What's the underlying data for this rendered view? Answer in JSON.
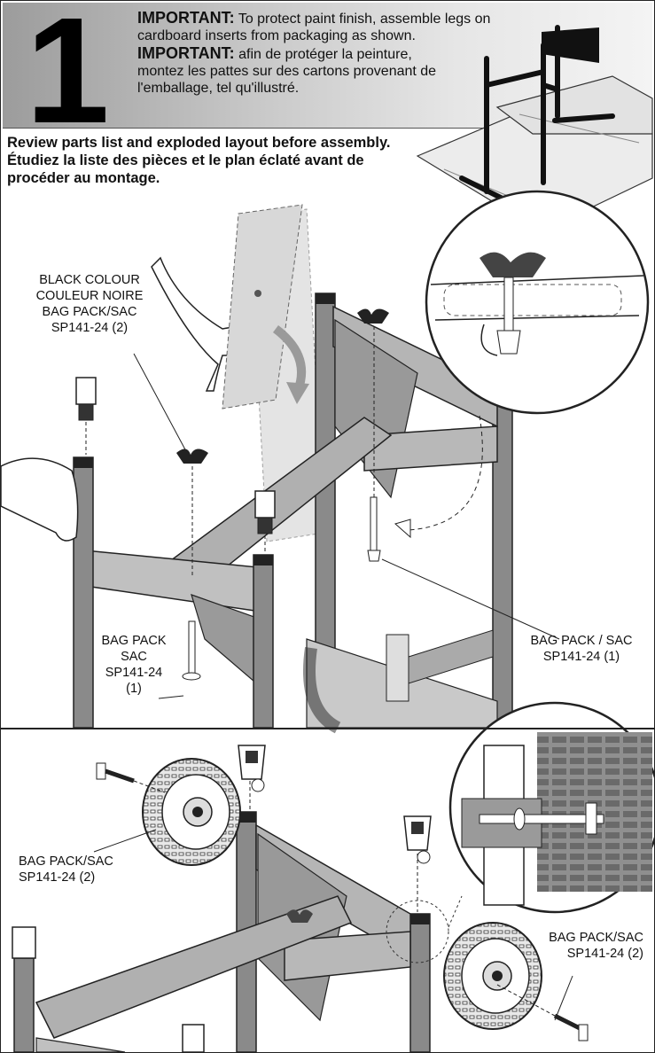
{
  "header": {
    "step_number": "1",
    "important_label": "IMPORTANT:",
    "note_en": "To protect paint finish, assemble legs on cardboard inserts from packaging as shown.",
    "note_fr": "afin de protéger la peinture, montez les pattes sur des cartons provenant de l'emballage, tel qu'illustré."
  },
  "intro": {
    "en": "Review parts list and exploded layout before assembly.",
    "fr": "Étudiez la liste des pièces et le plan éclaté avant de procéder au montage."
  },
  "top_panel": {
    "label_colour_en": "BLACK COLOUR",
    "label_colour_fr": "COULEUR NOIRE",
    "label_wingnut_bag": "BAG PACK/SAC",
    "label_wingnut_part": "SP141-24 (2)",
    "label_bolt_bag_1": "BAG PACK",
    "label_bolt_bag_2": "SAC",
    "label_bolt_part": "SP141-24",
    "label_bolt_qty": "(1)",
    "label_right_bag": "BAG PACK / SAC",
    "label_right_part": "SP141-24 (1)"
  },
  "bottom_panel": {
    "label_left_bag": "BAG PACK/SAC",
    "label_left_part": "SP141-24 (2)",
    "label_right_bag": "BAG PACK/SAC",
    "label_right_part": "SP141-24 (2)"
  },
  "colors": {
    "header_dark": "#9c9c9c",
    "frame_grey": "#8a8a8a",
    "frame_light": "#bdbdbd",
    "ink": "#111111"
  }
}
